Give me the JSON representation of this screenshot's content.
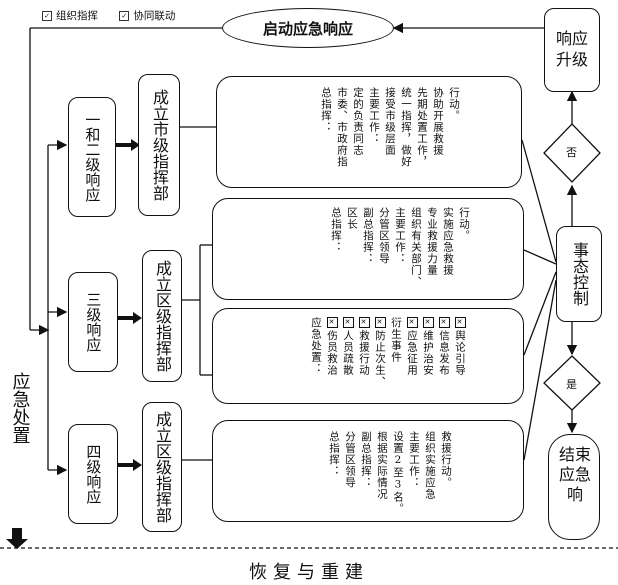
{
  "legend": [
    {
      "icon": "check",
      "label": "组织指挥"
    },
    {
      "icon": "check",
      "label": "协同联动"
    }
  ],
  "start": "启动应急响应",
  "side_label": "应急处置",
  "recovery": "恢复与重建",
  "upgrade": "响应升级",
  "control": "事态控制",
  "end": "结束应急响",
  "decision_no": "否",
  "decision_yes": "是",
  "levels": [
    {
      "name": "一和二级响应",
      "hq": "成立市级指挥部"
    },
    {
      "name": "三级响应",
      "hq": "成立区级指挥部"
    },
    {
      "name": "四级响应",
      "hq": "成立区级指挥部"
    }
  ],
  "panel1": [
    "总指挥：",
    "市委、市政府指",
    "定的负责同志",
    "主要工作：",
    "接受市级层面",
    "统一指挥，做好",
    "先期处置工作，",
    "协助开展救援",
    "行动。"
  ],
  "panel2": [
    "总指挥：",
    "区长",
    "副总指挥：",
    "分管区领导",
    "主要工作：",
    "组织有关部门、",
    "专业救援力量",
    "实施应急救援",
    "行动。"
  ],
  "panel3": [
    "应急处置：",
    "伤员救治",
    "人员疏散",
    "救援行动",
    "防止次生、",
    "衍生事件",
    "应急征用",
    "维护治安",
    "信息发布",
    "舆论引导"
  ],
  "panel4": [
    "总指挥：",
    "分管区领导",
    "副总指挥：",
    "根据实际情况",
    "设置2至3名。",
    "主要工作：",
    "组织实施应急",
    "救援行动。"
  ]
}
